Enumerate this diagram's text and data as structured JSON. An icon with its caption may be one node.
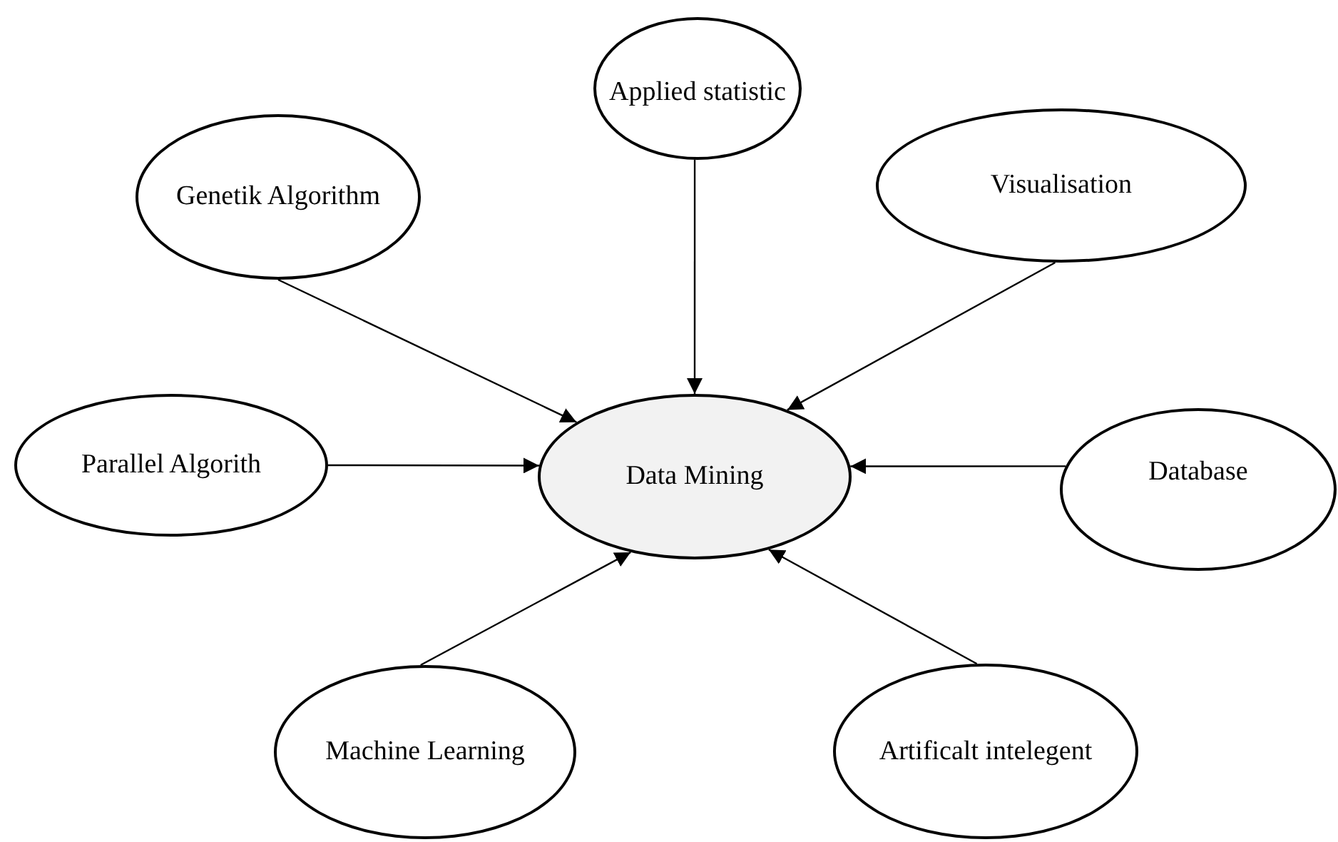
{
  "diagram": {
    "nodes": [
      {
        "text": [
          "Applied statistic"
        ]
      },
      {
        "text": [
          "Genetik Algorithm"
        ]
      },
      {
        "text": [
          "Visualisation"
        ]
      },
      {
        "text": [
          "Parallel Algorith"
        ]
      },
      {
        "text": [
          "Data Mining"
        ]
      },
      {
        "text": [
          "Database"
        ]
      },
      {
        "text": [
          "Machine Learning"
        ]
      },
      {
        "text": [
          "Artificalt intelegent"
        ]
      }
    ],
    "edges": [
      {
        "from": 0,
        "to": 4,
        "arrow": "to"
      },
      {
        "from": 1,
        "to": 4,
        "arrow": "to"
      },
      {
        "from": 2,
        "to": 4,
        "arrow": "to"
      },
      {
        "from": 3,
        "to": 4,
        "arrow": "to"
      },
      {
        "from": 5,
        "to": 4,
        "arrow": "to"
      },
      {
        "from": 6,
        "to": 4,
        "arrow": "to"
      },
      {
        "from": 7,
        "to": 4,
        "arrow": "to"
      }
    ]
  }
}
